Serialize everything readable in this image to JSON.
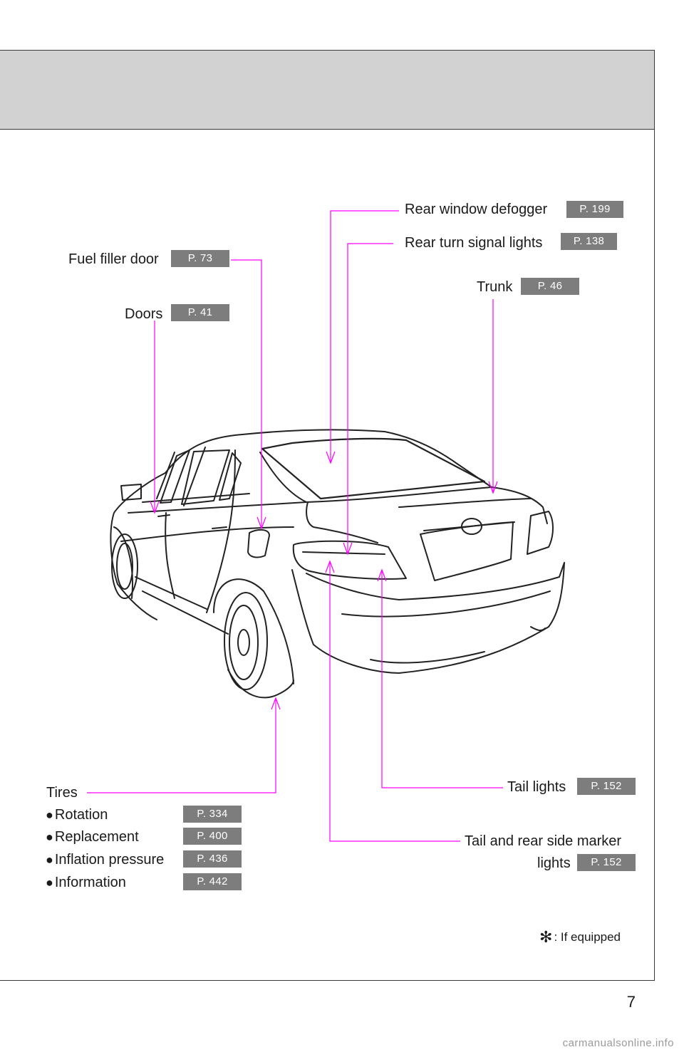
{
  "callouts": {
    "rear_window_defogger": {
      "label": "Rear window defogger",
      "page": "P. 199"
    },
    "rear_turn_signal_lights": {
      "label": "Rear turn signal lights",
      "page": "P. 138"
    },
    "fuel_filler_door": {
      "label": "Fuel filler door",
      "page": "P. 73"
    },
    "trunk": {
      "label": "Trunk",
      "page": "P. 46"
    },
    "doors": {
      "label": "Doors",
      "page": "P. 41"
    },
    "tail_lights": {
      "label": "Tail lights",
      "page": "P. 152"
    },
    "tail_and_rear_side_marker_lights": {
      "label_line1": "Tail and rear side marker",
      "label_line2": "lights",
      "page": "P. 152"
    }
  },
  "tires": {
    "heading": "Tires",
    "bullet_glyph": "●",
    "items": [
      {
        "label": "Rotation",
        "page": "P. 334"
      },
      {
        "label": "Replacement",
        "page": "P. 400"
      },
      {
        "label": "Inflation pressure",
        "page": "P. 436"
      },
      {
        "label": "Information",
        "page": "P. 442"
      }
    ]
  },
  "footnote": {
    "symbol": "✻",
    "text": ": If equipped"
  },
  "page_number": "7",
  "watermark": "carmanualsonline.info",
  "colors": {
    "leader_line": "#ff00ff",
    "badge_bg": "#7d7d7d",
    "header_band": "#d2d2d2"
  }
}
